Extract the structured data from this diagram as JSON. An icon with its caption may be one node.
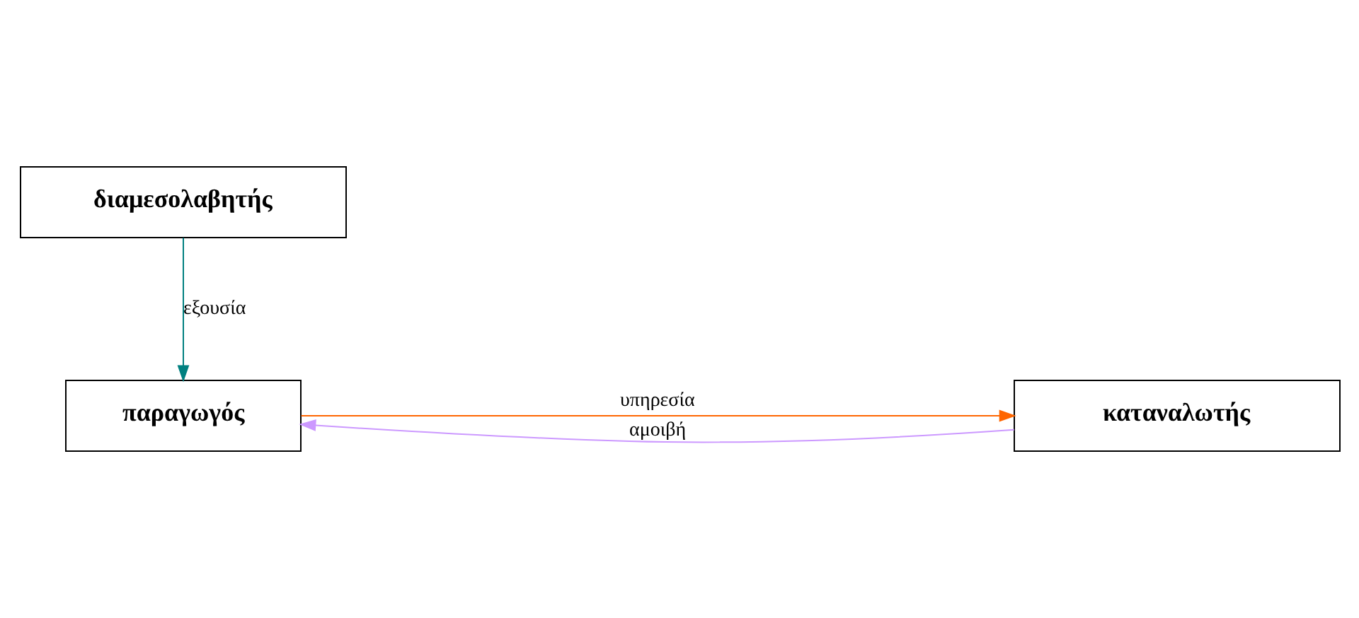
{
  "diagram": {
    "nodes": [
      {
        "text": [
          "διαμεσολαβητής"
        ]
      },
      {
        "text": [
          "καταναλωτής"
        ]
      },
      {
        "text": [
          "παραγωγός"
        ]
      }
    ],
    "edges": [
      {
        "from": 0,
        "to": 2,
        "arrow": "to",
        "label": "εξουσία",
        "color": "#008080"
      },
      {
        "from": 1,
        "to": 2,
        "arrow": "to",
        "label": "αμοιβή",
        "color": "#cc99ff"
      },
      {
        "from": 2,
        "to": 1,
        "arrow": "to",
        "label": "υπηρεσία",
        "color": "#ff6600"
      }
    ]
  }
}
